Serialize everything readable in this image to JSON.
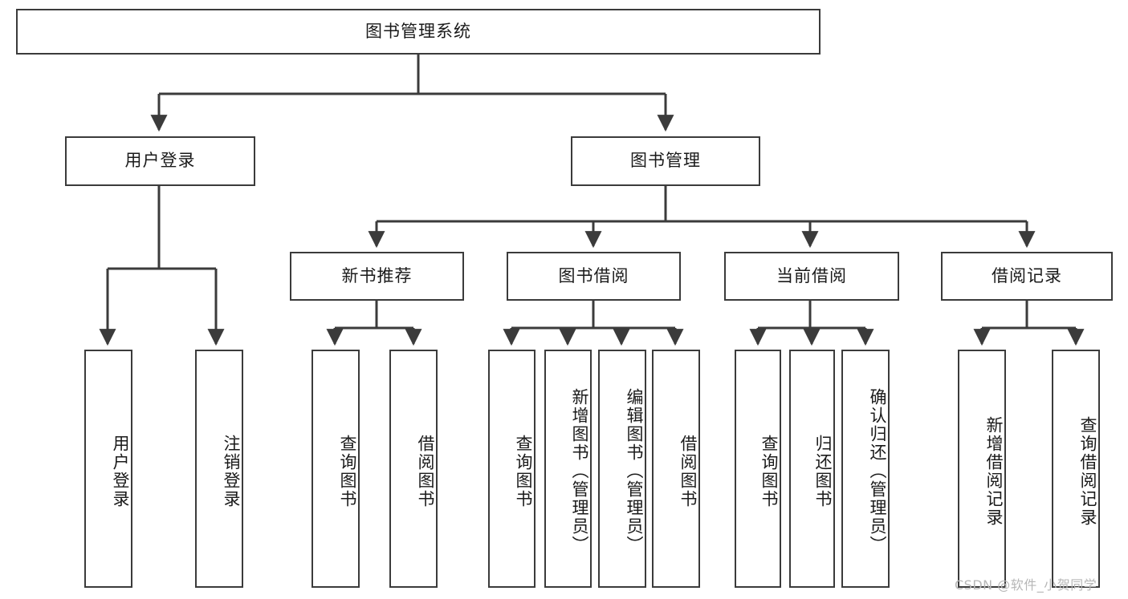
{
  "diagram": {
    "title_node": {
      "label": "图书管理系统"
    },
    "level1": [
      {
        "id": "user-login",
        "label": "用户登录"
      },
      {
        "id": "book-manage",
        "label": "图书管理"
      }
    ],
    "level2": [
      {
        "id": "new-book-recommend",
        "label": "新书推荐"
      },
      {
        "id": "book-borrow",
        "label": "图书借阅"
      },
      {
        "id": "current-borrow",
        "label": "当前借阅"
      },
      {
        "id": "borrow-record",
        "label": "借阅记录"
      }
    ],
    "leaves": {
      "user_login": [
        {
          "id": "leaf-user-login",
          "label": "用户登录"
        },
        {
          "id": "leaf-logout",
          "label": "注销登录"
        }
      ],
      "new_book_recommend": [
        {
          "id": "leaf-query-book-1",
          "label": "查询图书"
        },
        {
          "id": "leaf-borrow-book-1",
          "label": "借阅图书"
        }
      ],
      "book_borrow": [
        {
          "id": "leaf-query-book-2",
          "label": "查询图书"
        },
        {
          "id": "leaf-add-book",
          "label": "新增图书（管理员）"
        },
        {
          "id": "leaf-edit-book",
          "label": "编辑图书（管理员）"
        },
        {
          "id": "leaf-borrow-book-2",
          "label": "借阅图书"
        }
      ],
      "current_borrow": [
        {
          "id": "leaf-query-book-3",
          "label": "查询图书"
        },
        {
          "id": "leaf-return-book",
          "label": "归还图书"
        },
        {
          "id": "leaf-confirm-return",
          "label": "确认归还（管理员）"
        }
      ],
      "borrow_record": [
        {
          "id": "leaf-add-record",
          "label": "新增借阅记录"
        },
        {
          "id": "leaf-query-record",
          "label": "查询借阅记录"
        }
      ]
    },
    "watermark": "CSDN @软件_小贺同学",
    "colors": {
      "stroke": "#3b3b3b",
      "background": "#ffffff",
      "text": "#1a1a1a",
      "watermark": "#b7b7b7"
    }
  }
}
